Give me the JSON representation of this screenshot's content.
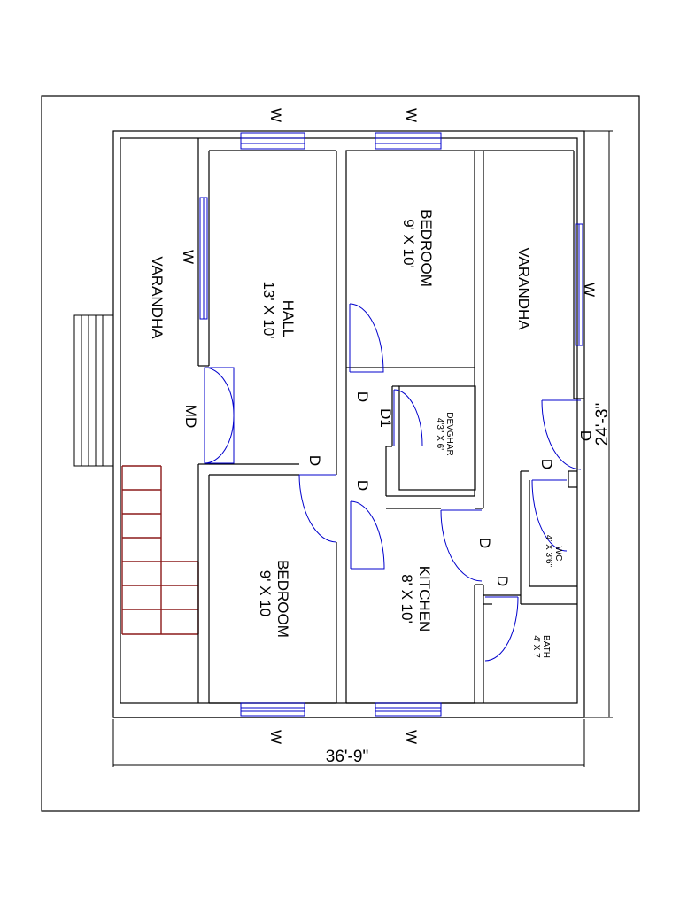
{
  "rooms": {
    "hall": {
      "name": "HALL",
      "size": "13' X 10'"
    },
    "bedroom_top": {
      "name": "BEDROOM",
      "size": "9' X 10'"
    },
    "bedroom_bottom": {
      "name": "BEDROOM",
      "size": "9' X 10"
    },
    "kitchen": {
      "name": "KITCHEN",
      "size": "8' X 10'"
    },
    "devghar": {
      "name": "DEVGHAR",
      "size": "4'3\" X 6'"
    },
    "wc": {
      "name": "WC",
      "size": "4' X 3'6\""
    },
    "bath": {
      "name": "BATH",
      "size": "4' X 7"
    },
    "varandha_left": {
      "name": "VARANDHA"
    },
    "varandha_right": {
      "name": "VARANDHA"
    }
  },
  "openings": {
    "window": "W",
    "door": "D",
    "door_d1": "D1",
    "main_door": "MD"
  },
  "dimensions": {
    "width": "36'-9\"",
    "depth": "24'-3\""
  },
  "colors": {
    "walls": "#000000",
    "openings": "#0000cc",
    "staircase": "#8b1a1a"
  }
}
